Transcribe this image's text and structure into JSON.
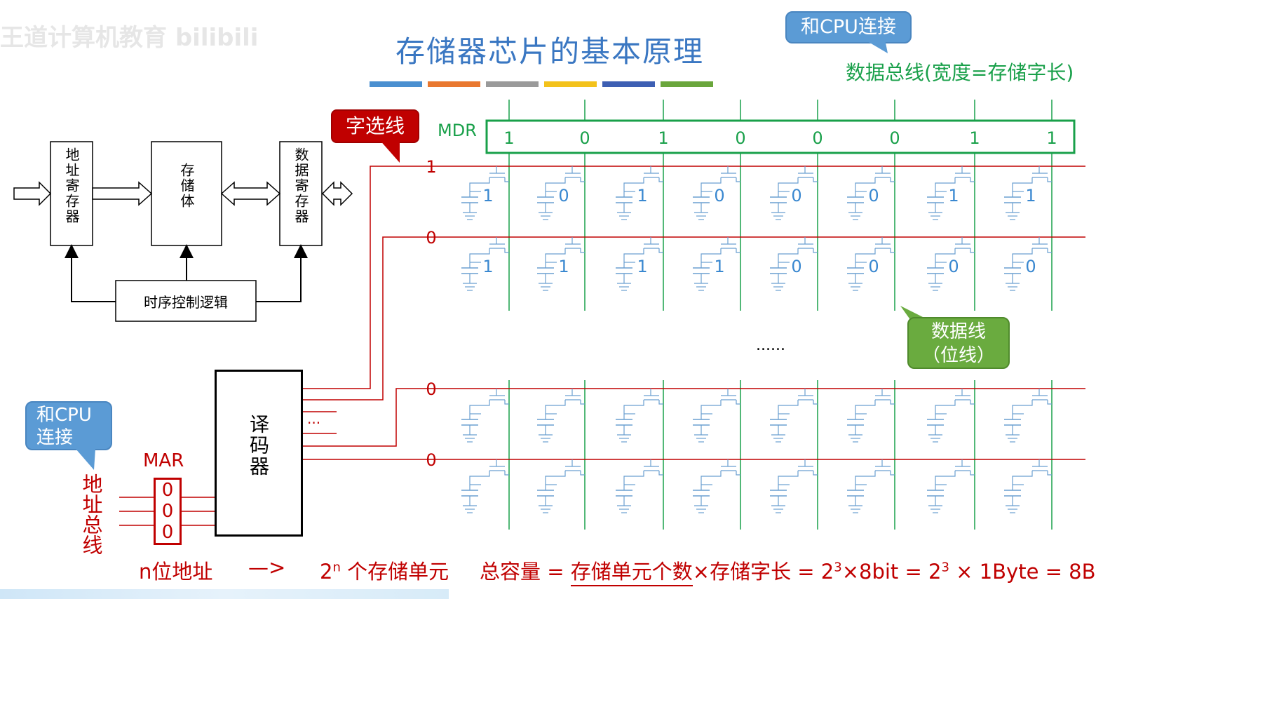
{
  "title": "存储器芯片的基本原理",
  "watermark": "王道计算机教育 bilibili",
  "callouts": {
    "cpu_top": "和CPU连接",
    "data_bus": "数据总线(宽度=存储字长)",
    "word_select": "字选线",
    "cpu_bottom_line1": "和CPU",
    "cpu_bottom_line2": "连接",
    "data_line_1": "数据线",
    "data_line_2": "（位线）"
  },
  "block_diagram": {
    "addr_reg": "地址寄存器",
    "storage": "存储体",
    "data_reg": "数据寄存器",
    "timing": "时序控制逻辑"
  },
  "mdr": {
    "label": "MDR",
    "bits": [
      "1",
      "0",
      "1",
      "0",
      "0",
      "0",
      "1",
      "1"
    ]
  },
  "rows": [
    {
      "label": "1",
      "bits": [
        "1",
        "0",
        "1",
        "0",
        "0",
        "0",
        "1",
        "1"
      ]
    },
    {
      "label": "0",
      "bits": [
        "1",
        "1",
        "1",
        "1",
        "0",
        "0",
        "0",
        "0"
      ]
    },
    {
      "label": "0",
      "bits": [
        "",
        "",
        "",
        "",
        "",
        "",
        "",
        ""
      ]
    },
    {
      "label": "0",
      "bits": [
        "",
        "",
        "",
        "",
        "",
        "",
        "",
        ""
      ]
    }
  ],
  "ellipsis": "......",
  "decoder": {
    "label": "译码器",
    "dots": "..."
  },
  "mar": {
    "label": "MAR",
    "bits": [
      "0",
      "0",
      "0"
    ]
  },
  "address_bus": "地址总线",
  "bottom": {
    "n_bits": "n位地址",
    "arrow": "—>",
    "units_base": "2",
    "units_exp": "n",
    "units_text": " 个存储单元",
    "capacity_prefix": "总容量 = ",
    "capacity_underlined": "存储单元个数",
    "capacity_mid": "×存储字长 = 2",
    "capacity_exp1": "3",
    "capacity_mid2": "×8bit = 2",
    "capacity_exp2": "3",
    "capacity_end": " × 1Byte = 8B"
  },
  "colors": {
    "title": "#3a77c2",
    "red": "#c00000",
    "green": "#19a04a",
    "cap_blue": "#6a9fd0",
    "underline_bars": [
      "#4a8fd0",
      "#e9782f",
      "#9a9a9a",
      "#f3c21b",
      "#3d5fb3",
      "#6aa63c"
    ]
  }
}
